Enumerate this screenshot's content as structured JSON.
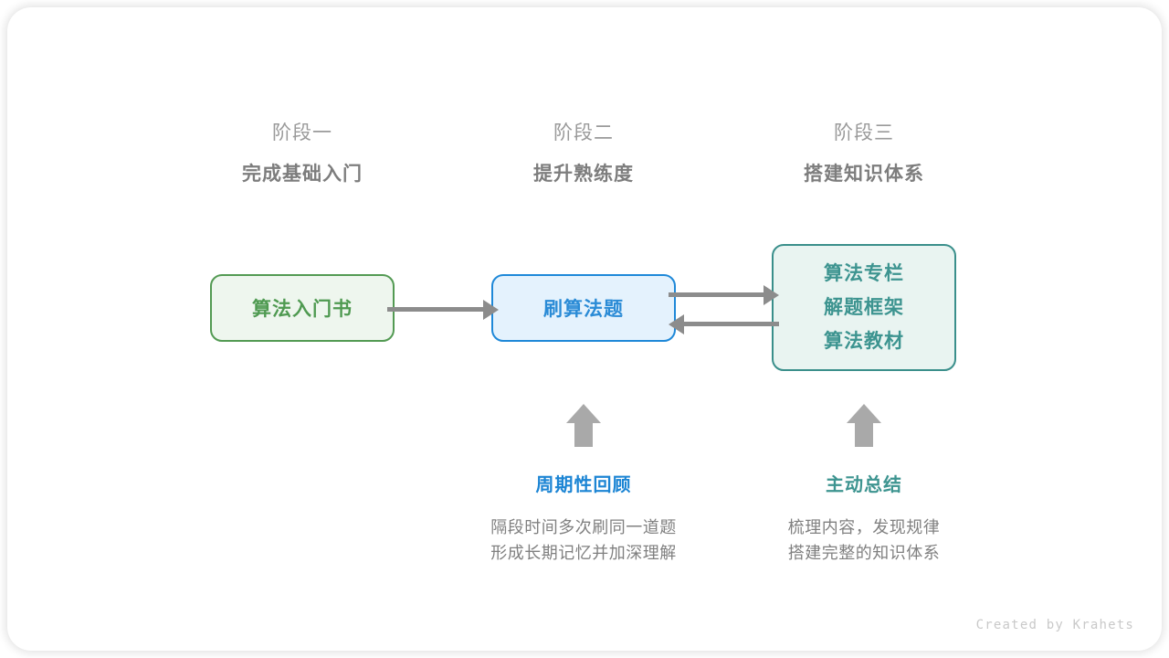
{
  "diagram": {
    "title_credit": "Created by Krahets",
    "stages": [
      {
        "number": "阶段一",
        "title": "完成基础入门"
      },
      {
        "number": "阶段二",
        "title": "提升熟练度"
      },
      {
        "number": "阶段三",
        "title": "搭建知识体系"
      }
    ],
    "nodes": {
      "book": {
        "label": "算法入门书",
        "color": "#4f9a51",
        "fill": "#eef6ee",
        "border": "#539a53"
      },
      "practice": {
        "label": "刷算法题",
        "color": "#2a8bd6",
        "fill": "#e4f2fd",
        "border": "#1e88d8"
      },
      "resources": {
        "lines": [
          "算法专栏",
          "解题框架",
          "算法教材"
        ],
        "color": "#3d9490",
        "fill": "#e9f4f1",
        "border": "#3a8f8b"
      }
    },
    "notes": [
      {
        "title": "周期性回顾",
        "line1": "隔段时间多次刷同一道题",
        "line2": "形成长期记忆并加深理解",
        "color": "#1c85d4"
      },
      {
        "title": "主动总结",
        "line1": "梳理内容，发现规律",
        "line2": "搭建完整的知识体系",
        "color": "#3d9490"
      }
    ],
    "arrow_color": "#8c8c8c",
    "up_arrow_color": "#a9a9a9"
  }
}
